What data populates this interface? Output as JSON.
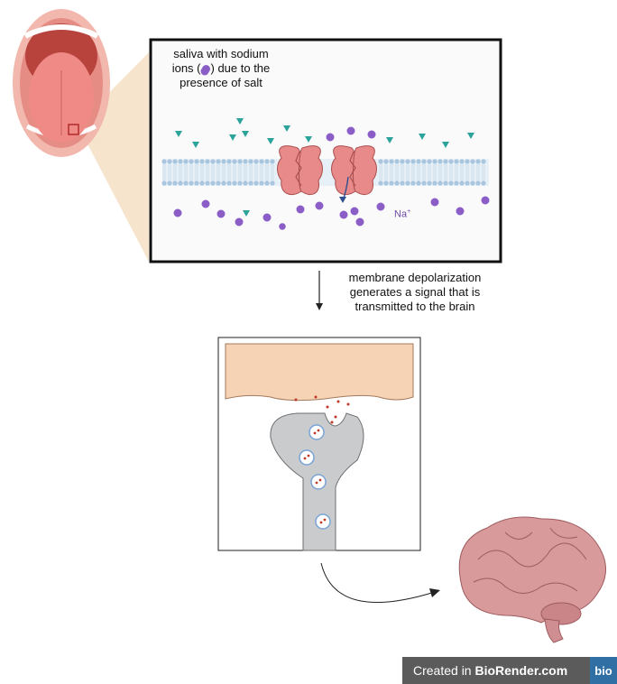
{
  "caption_top": {
    "line1": "saliva with sodium",
    "line2_before": "ions (",
    "line2_after": ") due to the",
    "line3": "presence of salt"
  },
  "na_label": "Na",
  "na_sup": "+",
  "caption_mid": {
    "line1": "membrane depolarization",
    "line2": "generates a signal that is",
    "line3": "transmitted to the brain"
  },
  "footer": {
    "prefix": "Created in ",
    "brand": "BioRender.com",
    "logo": "bio"
  },
  "colors": {
    "sodium": "#8b5ec7",
    "triangle": "#2aa39a",
    "channel": "#e88a8a",
    "membrane": "#a9c6de",
    "skin": "#f6d3b4",
    "neuron": "#c9cbcd",
    "brain": "#d99a9c"
  },
  "icons": [
    "mouth-icon",
    "ion-channel-icon",
    "neuron-terminal-icon",
    "brain-icon"
  ]
}
